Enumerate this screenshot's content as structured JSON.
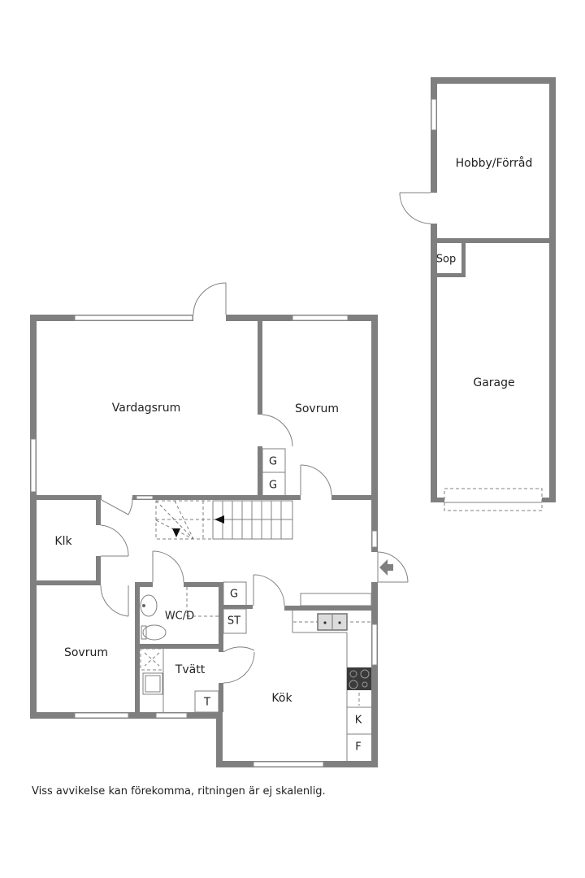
{
  "rooms": {
    "vardagsrum": "Vardagsrum",
    "sovrum_top": "Sovrum",
    "klk": "Klk",
    "sovrum_bottom": "Sovrum",
    "wc": "WC/D",
    "tvatt": "Tvätt",
    "kok": "Kök",
    "hobby": "Hobby/Förråd",
    "sop": "Sop",
    "garage": "Garage"
  },
  "fixtures": {
    "g1": "G",
    "g2": "G",
    "g3": "G",
    "st": "ST",
    "t": "T",
    "k": "K",
    "f": "F"
  },
  "footnote": "Viss avvikelse kan förekomma, ritningen är ej skalenlig.",
  "colors": {
    "wall": "#7f7f7f",
    "line": "#808080",
    "text": "#222222"
  }
}
